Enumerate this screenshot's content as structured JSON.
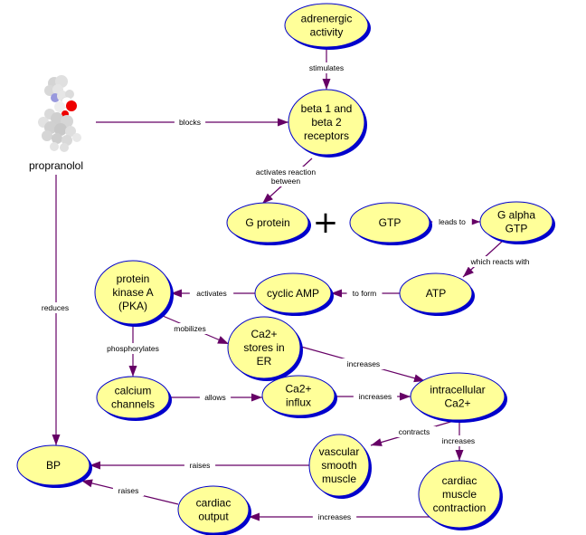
{
  "title": "Propranolol mechanism concept map",
  "colors": {
    "node_fill": "#ffff99",
    "node_border": "#0000cc",
    "node_shadow": "#0000cc",
    "link": "#660066",
    "molecule_atom": "#dcdcdc",
    "molecule_oxygen": "#ee0000",
    "molecule_nitrogen": "#9999dd"
  },
  "drug": {
    "id": "propranolol",
    "label": "propranolol",
    "icon": "molecule-icon"
  },
  "plus_sign": "+",
  "nodes": [
    {
      "id": "adrenergic",
      "lines": [
        "adrenergic",
        "activity"
      ]
    },
    {
      "id": "beta",
      "lines": [
        "beta 1 and",
        "beta 2",
        "receptors"
      ]
    },
    {
      "id": "gprotein",
      "lines": [
        "G protein"
      ]
    },
    {
      "id": "gtp",
      "lines": [
        "GTP"
      ]
    },
    {
      "id": "galpha",
      "lines": [
        "G alpha",
        "GTP"
      ]
    },
    {
      "id": "atp",
      "lines": [
        "ATP"
      ]
    },
    {
      "id": "camp",
      "lines": [
        "cyclic AMP"
      ]
    },
    {
      "id": "pka",
      "lines": [
        "protein",
        "kinase A",
        "(PKA)"
      ]
    },
    {
      "id": "ca_stores",
      "lines": [
        "Ca2+",
        "stores in",
        "ER"
      ]
    },
    {
      "id": "ca_channels",
      "lines": [
        "calcium",
        "channels"
      ]
    },
    {
      "id": "ca_influx",
      "lines": [
        "Ca2+",
        "influx"
      ]
    },
    {
      "id": "intra_ca",
      "lines": [
        "intracellular",
        "Ca2+"
      ]
    },
    {
      "id": "vsm",
      "lines": [
        "vascular",
        "smooth",
        "muscle"
      ]
    },
    {
      "id": "cardiac_contraction",
      "lines": [
        "cardiac",
        "muscle",
        "contraction"
      ]
    },
    {
      "id": "cardiac_output",
      "lines": [
        "cardiac",
        "output"
      ]
    },
    {
      "id": "bp",
      "lines": [
        "BP"
      ]
    }
  ],
  "links": [
    {
      "from": "adrenergic",
      "to": "beta",
      "label": [
        "stimulates"
      ]
    },
    {
      "from": "propranolol",
      "to": "beta",
      "label": [
        "blocks"
      ]
    },
    {
      "from": "beta",
      "to": "gprotein",
      "label": [
        "activates reaction",
        "between"
      ]
    },
    {
      "from": "gtp",
      "to": "galpha",
      "label": [
        "leads to"
      ]
    },
    {
      "from": "galpha",
      "to": "atp",
      "label": [
        "which reacts with"
      ]
    },
    {
      "from": "atp",
      "to": "camp",
      "label": [
        "to form"
      ]
    },
    {
      "from": "camp",
      "to": "pka",
      "label": [
        "activates"
      ]
    },
    {
      "from": "pka",
      "to": "ca_stores",
      "label": [
        "mobilizes"
      ]
    },
    {
      "from": "pka",
      "to": "ca_channels",
      "label": [
        "phosphorylates"
      ]
    },
    {
      "from": "ca_stores",
      "to": "intra_ca",
      "label": [
        "increases"
      ]
    },
    {
      "from": "ca_channels",
      "to": "ca_influx",
      "label": [
        "allows"
      ]
    },
    {
      "from": "ca_influx",
      "to": "intra_ca",
      "label": [
        "increases"
      ]
    },
    {
      "from": "intra_ca",
      "to": "vsm",
      "label": [
        "contracts"
      ]
    },
    {
      "from": "intra_ca",
      "to": "cardiac_contraction",
      "label": [
        "increases"
      ]
    },
    {
      "from": "vsm",
      "to": "bp",
      "label": [
        "raises"
      ]
    },
    {
      "from": "cardiac_contraction",
      "to": "cardiac_output",
      "label": [
        "increases"
      ]
    },
    {
      "from": "cardiac_output",
      "to": "bp",
      "label": [
        "raises"
      ]
    },
    {
      "from": "propranolol",
      "to": "bp",
      "label": [
        "reduces"
      ]
    }
  ]
}
